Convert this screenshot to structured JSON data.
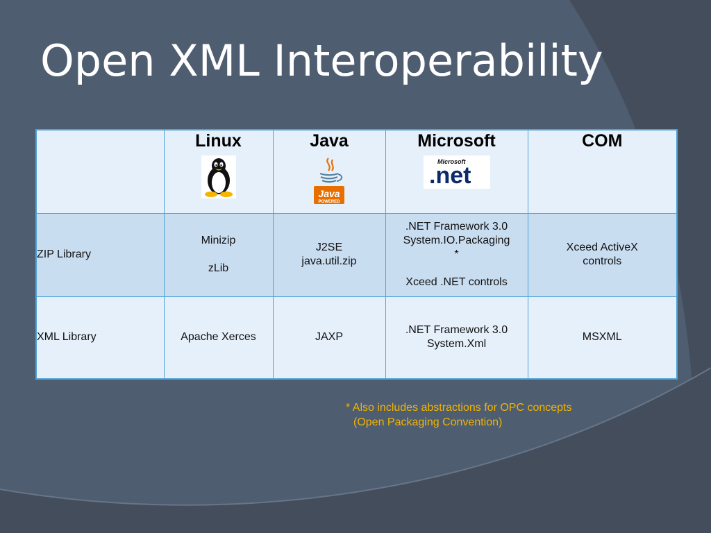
{
  "slide": {
    "title": "Open XML Interoperability",
    "colors": {
      "background": "#4f5d71",
      "table_border": "#4fa3d8",
      "footnote": "#f0b400"
    }
  },
  "table": {
    "columns": [
      {
        "label": "Linux",
        "logo": "tux-penguin-icon"
      },
      {
        "label": "Java",
        "logo": "java-coffee-icon",
        "logo_lines": [
          "Java",
          "POWERED"
        ]
      },
      {
        "label": "Microsoft",
        "logo": "dotnet-logo",
        "logo_lines": [
          "Microsoft",
          ".net"
        ]
      },
      {
        "label": "COM"
      }
    ],
    "rows": [
      {
        "label": "ZIP Library",
        "cells": [
          [
            "Minizip",
            "",
            "zLib"
          ],
          [
            "J2SE",
            "java.util.zip"
          ],
          [
            ".NET Framework 3.0",
            "System.IO.Packaging",
            "*",
            "",
            "Xceed .NET controls"
          ],
          [
            "Xceed ActiveX",
            "controls"
          ]
        ]
      },
      {
        "label": "XML Library",
        "cells": [
          [
            "Apache Xerces"
          ],
          [
            "JAXP"
          ],
          [
            ".NET Framework 3.0",
            "System.Xml"
          ],
          [
            "MSXML"
          ]
        ]
      }
    ]
  },
  "footnote": {
    "line1": "* Also includes abstractions for OPC concepts",
    "line2": "(Open Packaging Convention)"
  }
}
